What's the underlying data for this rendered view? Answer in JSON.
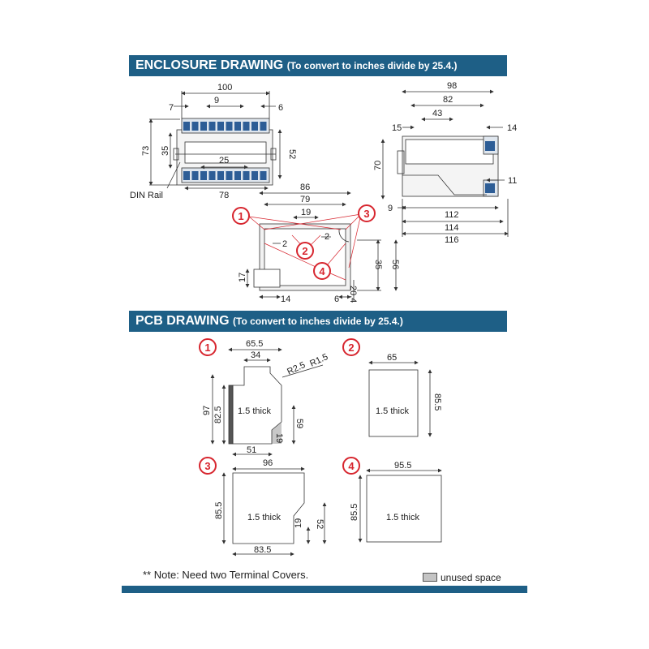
{
  "enclosure": {
    "title": "ENCLOSURE DRAWING",
    "subtitle": "(To convert to inches divide by 25.4.)",
    "front": {
      "d100": "100",
      "d9": "9",
      "d7": "7",
      "d6": "6",
      "d73": "73",
      "d35": "35",
      "d52": "52",
      "d25": "25",
      "d78": "78",
      "din": "DIN Rail"
    },
    "side": {
      "d98": "98",
      "d82": "82",
      "d43": "43",
      "d15": "15",
      "d14": "14",
      "d70": "70",
      "d11": "11",
      "d9": "9",
      "d112": "112",
      "d114": "114",
      "d116": "116"
    },
    "top": {
      "d86": "86",
      "d79": "79",
      "d19": "19",
      "d2a": "2",
      "d2b": "2",
      "d35": "35",
      "d56": "56",
      "d17": "17",
      "d14": "14",
      "d6": "6",
      "d20": "20.4"
    },
    "markers": {
      "m1": "1",
      "m2": "2",
      "m3": "3",
      "m4": "4"
    }
  },
  "pcb": {
    "title": "PCB DRAWING",
    "subtitle": "(To convert to inches divide by 25.4.)",
    "p1": {
      "num": "1",
      "w": "65.5",
      "top": "34",
      "r1": "R2.5",
      "r2": "R1.5",
      "h97": "97",
      "h82": "82.5",
      "thick": "1.5 thick",
      "h59": "59",
      "h19": "19",
      "w51": "51"
    },
    "p2": {
      "num": "2",
      "w": "65",
      "h": "85.5",
      "thick": "1.5 thick"
    },
    "p3": {
      "num": "3",
      "w": "96",
      "h": "85.5",
      "thick": "1.5 thick",
      "h19": "19",
      "h52": "52",
      "w83": "83.5"
    },
    "p4": {
      "num": "4",
      "w": "95.5",
      "h": "85.5",
      "thick": "1.5 thick"
    }
  },
  "note": "** Note: Need two Terminal Covers.",
  "legend": "unused space",
  "colors": {
    "banner": "#1e5f86",
    "marker": "#d7262f",
    "terminal": "#2d5d96",
    "line": "#333333"
  }
}
